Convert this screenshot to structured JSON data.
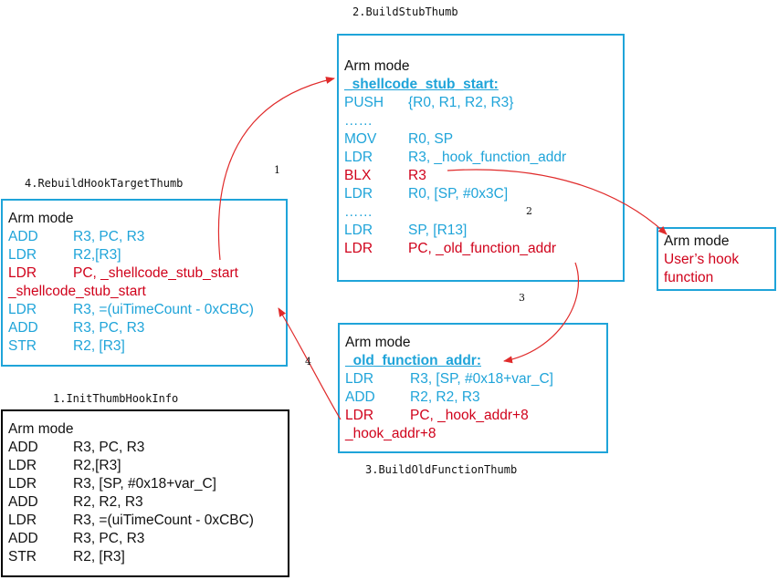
{
  "colors": {
    "cyan": "#1fa4d9",
    "red": "#d0021b",
    "black": "#111111",
    "arrow": "#e02b2b"
  },
  "captions": {
    "build_stub": "2.BuildStubThumb",
    "rebuild_hook": "4.RebuildHookTargetThumb",
    "init_thumb": "1.InitThumbHookInfo",
    "build_old": "3.BuildOldFunctionThumb"
  },
  "arrow_labels": {
    "a1": "1",
    "a2": "2",
    "a3": "3",
    "a4": "4"
  },
  "stub_box": {
    "lines": [
      {
        "op": "Arm mode",
        "args": "",
        "color": "black"
      },
      {
        "op": "_shellcode_stub_start:",
        "args": "",
        "color": "cyan",
        "bold": true
      },
      {
        "op": "PUSH",
        "args": "{R0, R1, R2, R3}",
        "color": "cyan"
      },
      {
        "op": "……",
        "args": "",
        "color": "cyan"
      },
      {
        "op": "MOV",
        "args": "R0, SP",
        "color": "cyan"
      },
      {
        "op": "LDR",
        "args": "R3, _hook_function_addr",
        "color": "cyan"
      },
      {
        "op": "BLX",
        "args": "R3",
        "color": "red"
      },
      {
        "op": "LDR",
        "args": "R0, [SP, #0x3C]",
        "color": "cyan"
      },
      {
        "op": "……",
        "args": "",
        "color": "cyan"
      },
      {
        "op": "LDR",
        "args": "SP, [R13]",
        "color": "cyan"
      },
      {
        "op": "LDR",
        "args": "PC, _old_function_addr",
        "color": "red"
      }
    ]
  },
  "rebuild_box": {
    "lines": [
      {
        "op": "Arm mode",
        "args": "",
        "color": "black"
      },
      {
        "op": "ADD",
        "args": "R3, PC, R3",
        "color": "cyan"
      },
      {
        "op": "LDR",
        "args": "R2,[R3]",
        "color": "cyan"
      },
      {
        "op": "LDR",
        "args": "PC, _shellcode_stub_start",
        "color": "red"
      },
      {
        "op": "_shellcode_stub_start",
        "args": "",
        "color": "red"
      },
      {
        "op": "LDR",
        "args": "R3, =(uiTimeCount - 0xCBC)",
        "color": "cyan"
      },
      {
        "op": "ADD",
        "args": "R3, PC, R3",
        "color": "cyan"
      },
      {
        "op": "STR",
        "args": "R2, [R3]",
        "color": "cyan"
      }
    ]
  },
  "init_box": {
    "lines": [
      {
        "op": "Arm mode",
        "args": "",
        "color": "black"
      },
      {
        "op": "ADD",
        "args": "R3, PC, R3",
        "color": "black"
      },
      {
        "op": "LDR",
        "args": "R2,[R3]",
        "color": "black"
      },
      {
        "op": "LDR",
        "args": "R3, [SP, #0x18+var_C]",
        "color": "black"
      },
      {
        "op": "ADD",
        "args": "R2, R2, R3",
        "color": "black"
      },
      {
        "op": "LDR",
        "args": "R3, =(uiTimeCount - 0xCBC)",
        "color": "black"
      },
      {
        "op": "ADD",
        "args": "R3, PC, R3",
        "color": "black"
      },
      {
        "op": "STR",
        "args": "R2, [R3]",
        "color": "black"
      }
    ]
  },
  "old_box": {
    "lines": [
      {
        "op": "Arm mode",
        "args": "",
        "color": "black"
      },
      {
        "op": "_old_function_addr:",
        "args": "",
        "color": "cyan",
        "bold": true
      },
      {
        "op": "LDR",
        "args": "R3, [SP, #0x18+var_C]",
        "color": "cyan"
      },
      {
        "op": "ADD",
        "args": "R2, R2, R3",
        "color": "cyan"
      },
      {
        "op": "LDR",
        "args": "PC, _hook_addr+8",
        "color": "red"
      },
      {
        "op": "_hook_addr+8",
        "args": "",
        "color": "red"
      }
    ]
  },
  "user_box": {
    "lines": [
      {
        "op": "Arm mode",
        "args": "",
        "color": "black"
      },
      {
        "op": "User’s hook",
        "args": "",
        "color": "red"
      },
      {
        "op": "function",
        "args": "",
        "color": "red"
      }
    ]
  }
}
